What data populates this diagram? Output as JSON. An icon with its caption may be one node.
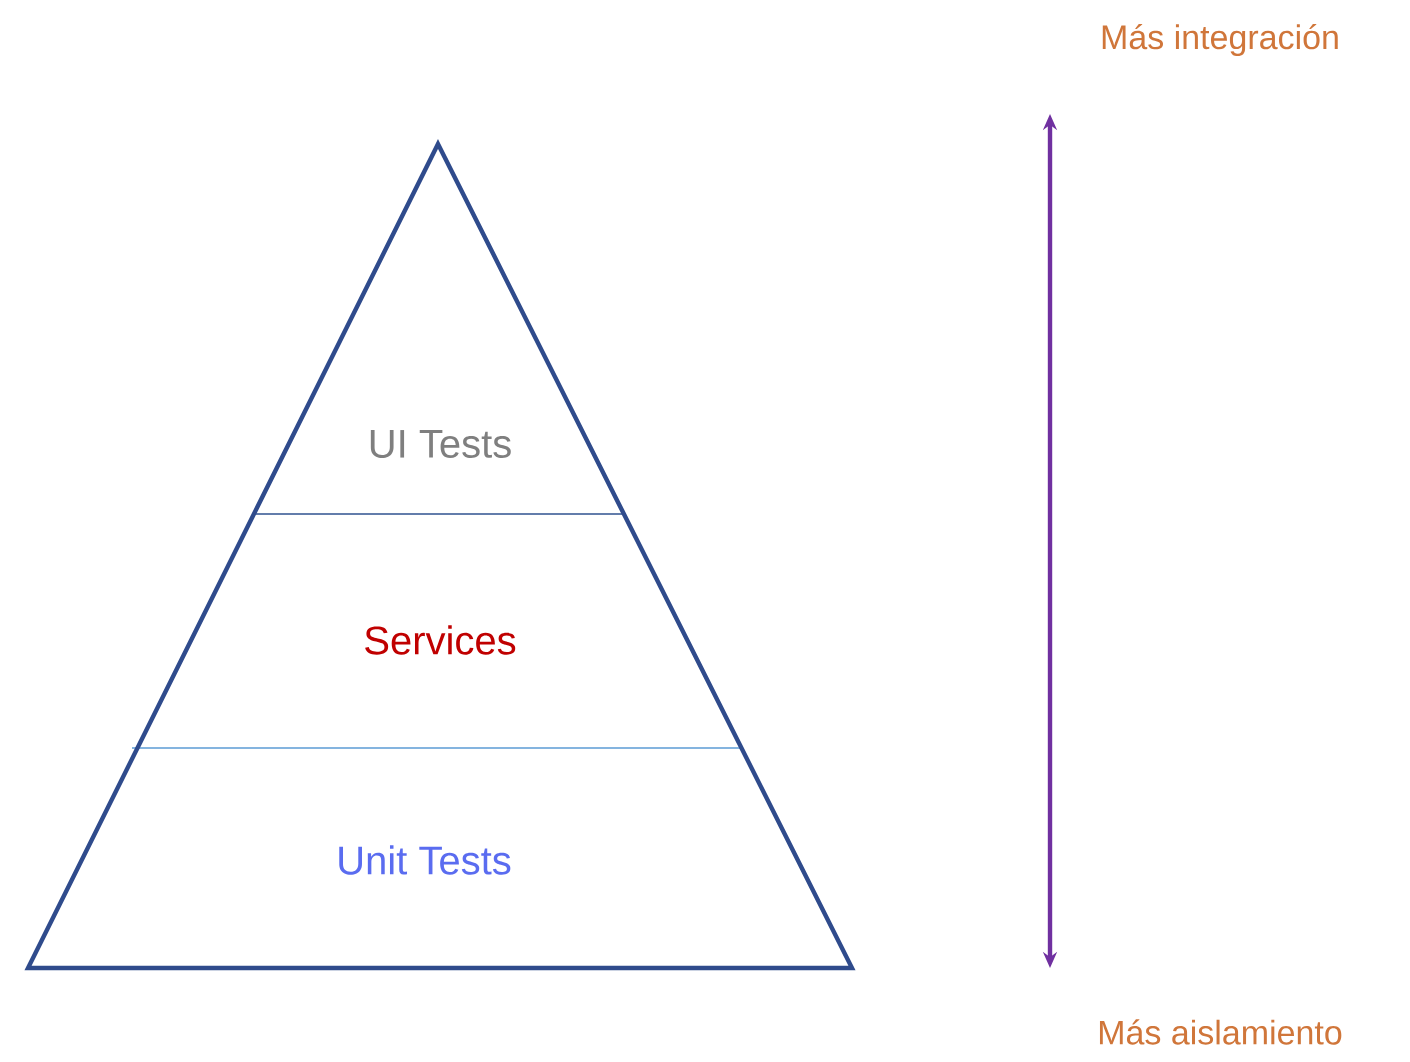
{
  "diagram": {
    "nodes": [
      {
        "text": [],
        "shape": "triangle"
      },
      {
        "text": [
          "UI Tests"
        ],
        "in": 0
      },
      {
        "text": [
          "Services"
        ],
        "in": 0
      },
      {
        "text": [
          "Unit Tests"
        ],
        "in": 0
      }
    ],
    "labels": [
      "Más integración",
      "Más aislamiento"
    ]
  }
}
